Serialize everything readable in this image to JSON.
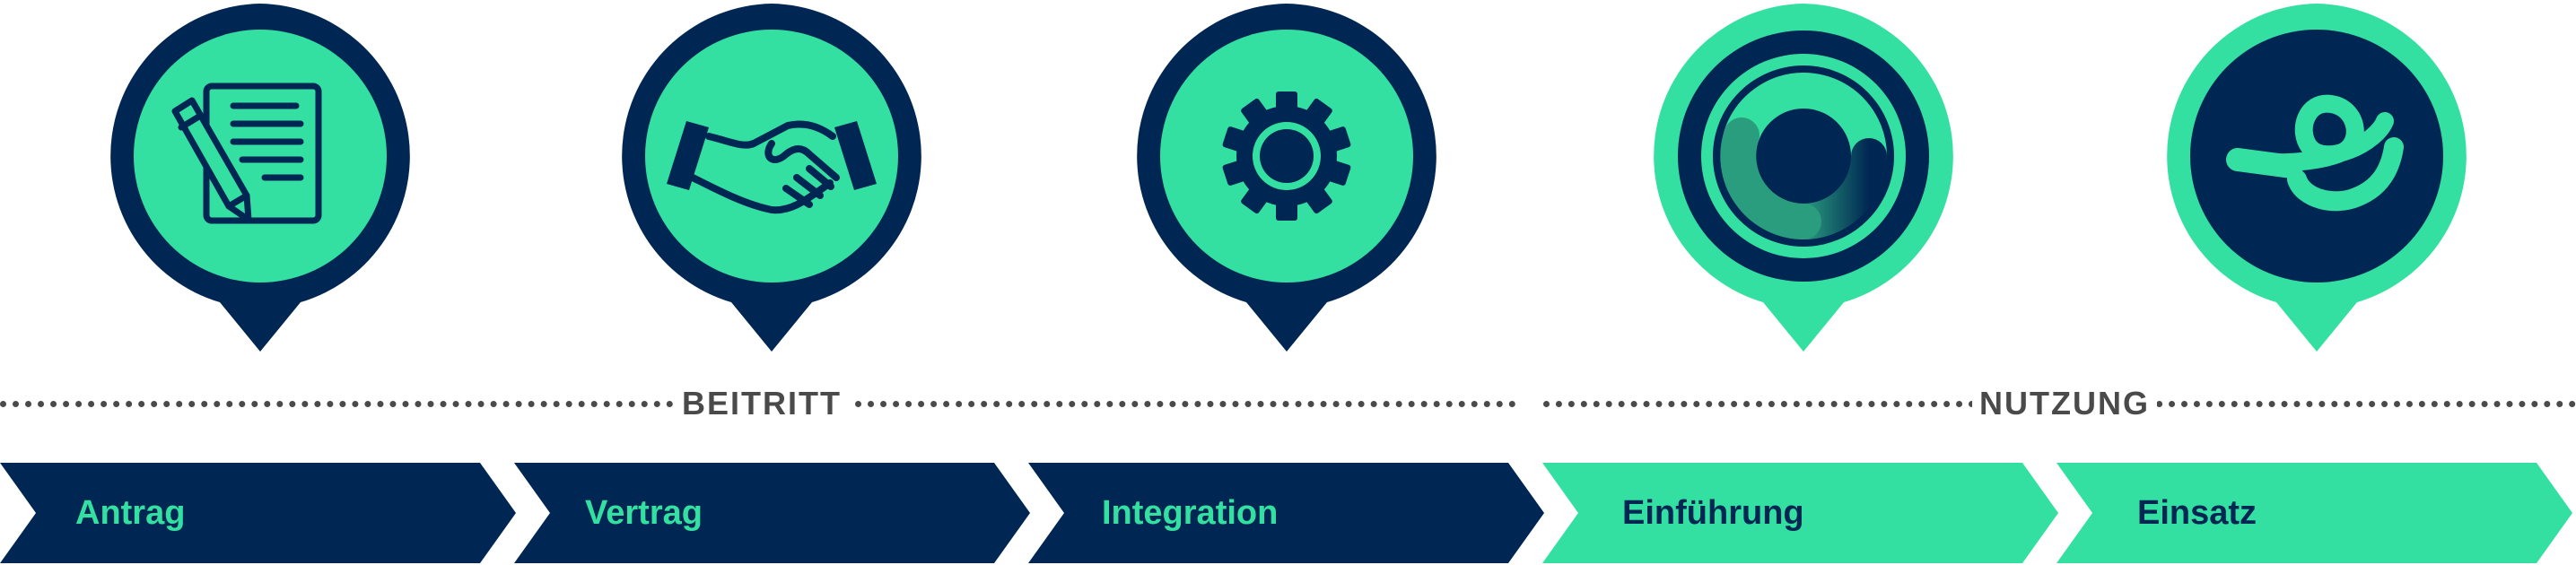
{
  "phases": [
    {
      "label": "BEITRITT"
    },
    {
      "label": "NUTZUNG"
    }
  ],
  "steps": [
    {
      "label": "Antrag",
      "icon": "contract-pencil-icon",
      "theme": "dark"
    },
    {
      "label": "Vertrag",
      "icon": "handshake-icon",
      "theme": "dark"
    },
    {
      "label": "Integration",
      "icon": "gear-icon",
      "theme": "dark"
    },
    {
      "label": "Einführung",
      "icon": "circular-arrows-icon",
      "theme": "green"
    },
    {
      "label": "Einsatz",
      "icon": "brand-logo-icon",
      "theme": "green"
    }
  ],
  "colors": {
    "navy": "#002753",
    "green": "#33e0a1",
    "gray": "#4a4a4a",
    "teal": "#2a9d7e"
  }
}
